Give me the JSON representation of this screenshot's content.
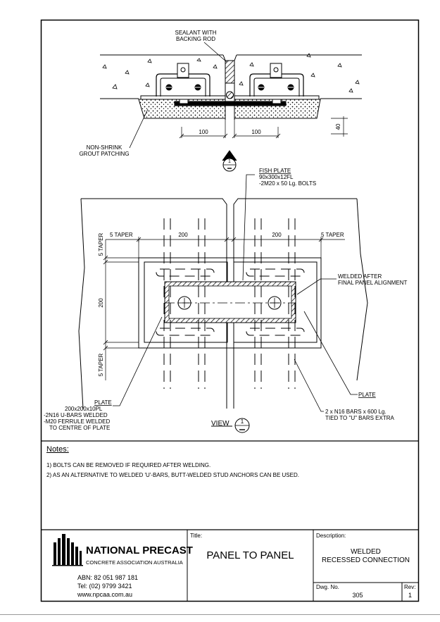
{
  "section": {
    "sealant_label_1": "SEALANT WITH",
    "sealant_label_2": "BACKING ROD",
    "grout_label_1": "NON-SHRINK",
    "grout_label_2": "GROUT PATCHING",
    "dim_left": "100",
    "dim_right": "100",
    "dim_depth": "40",
    "marker_number": "1"
  },
  "plan": {
    "fish_plate_1": "FISH PLATE",
    "fish_plate_2": "90x300x12FL",
    "fish_plate_3": "-2M20 x 50 Lg. BOLTS",
    "taper_left": "5 TAPER",
    "taper_right": "5 TAPER",
    "taper_top_vertical": "5 TAPER",
    "taper_bottom_vertical": "5 TAPER",
    "dim_200_left": "200",
    "dim_200_right": "200",
    "dim_200_vertical": "200",
    "welded_after_1": "WELDED AFTER",
    "welded_after_2": "FINAL PANEL ALIGNMENT",
    "plate_right": "PLATE",
    "bars_1": "2 x N16 BARS x 600 Lg.",
    "bars_2": "TIED TO \"U\" BARS EXTRA",
    "plate_left": "PLATE",
    "plate_left_2": "200x200x10PL",
    "plate_left_3": "-2N16  U-BARS WELDED",
    "plate_left_4": "-M20 FERRULE WELDED",
    "plate_left_5": "TO CENTRE OF PLATE",
    "view_label": "VIEW",
    "view_number": "1"
  },
  "notes": {
    "heading": "Notes:",
    "items": [
      "1) BOLTS CAN BE REMOVED IF REQUIRED AFTER WELDING.",
      "2) AS AN ALTERNATIVE TO WELDED 'U'-BARS,   BUTT-WELDED STUD ANCHORS CAN BE USED."
    ]
  },
  "title_block": {
    "company_name": "NATIONAL PRECAST",
    "company_sub": "CONCRETE ASSOCIATION AUSTRALIA",
    "abn": "ABN: 82 051 987 181",
    "tel": "Tel: (02) 9799 3421",
    "web": "www.npcaa.com.au",
    "title_label": "Title:",
    "title_value": "PANEL  TO PANEL",
    "description_label": "Description:",
    "description_line1": "WELDED",
    "description_line2": "RECESSED CONNECTION",
    "dwg_label": "Dwg. No.",
    "dwg_value": "305",
    "rev_label": "Rev:",
    "rev_value": "1"
  }
}
